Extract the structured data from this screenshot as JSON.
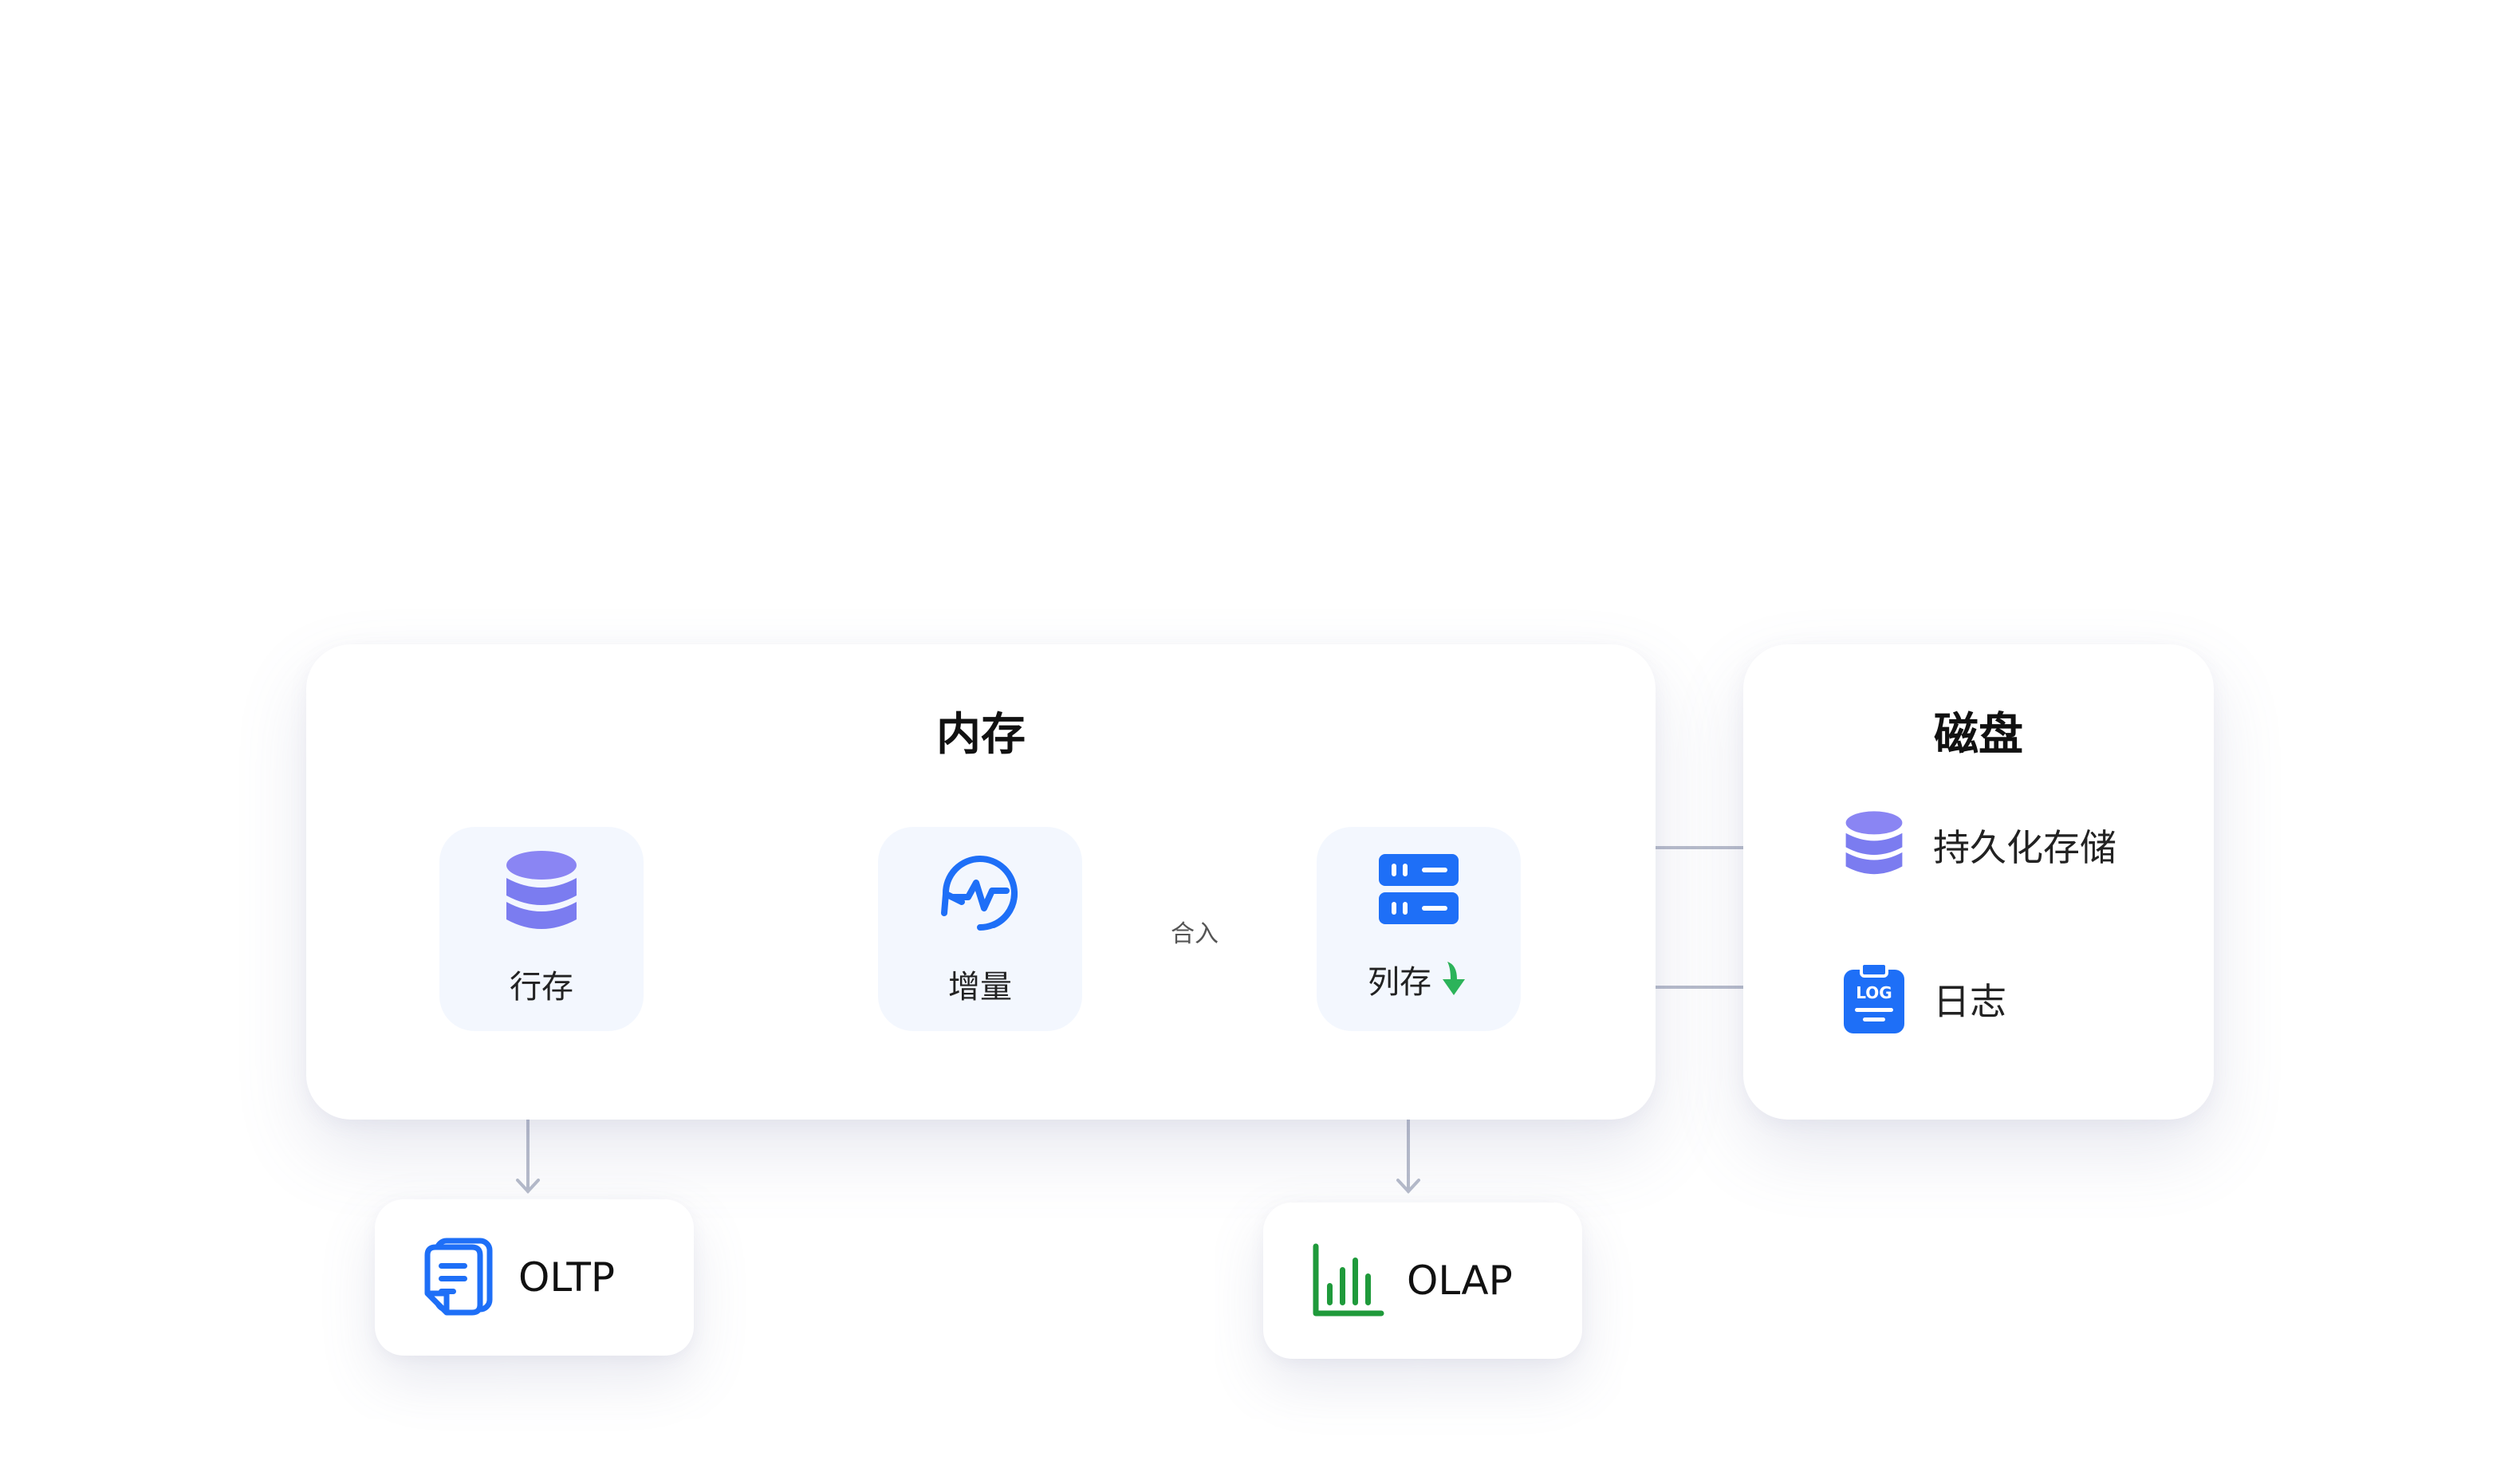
{
  "memory": {
    "title": "内存"
  },
  "disk": {
    "title": "磁盘"
  },
  "nodes": {
    "row": {
      "label": "行存",
      "icon": "database-icon"
    },
    "delta": {
      "label": "增量",
      "icon": "heartbeat-icon"
    },
    "column": {
      "label": "列存",
      "icon": "server-icon",
      "badge_icon": "green-down-arrow-icon"
    }
  },
  "edges": {
    "merge_label": "合入"
  },
  "disk_items": [
    {
      "label": "持久化存储",
      "icon": "database-icon"
    },
    {
      "label": "日志",
      "icon": "log-clipboard-icon",
      "icon_text": "LOG"
    }
  ],
  "workloads": {
    "oltp": {
      "label": "OLTP",
      "icon": "document-icon"
    },
    "olap": {
      "label": "OLAP",
      "icon": "bar-chart-icon"
    }
  },
  "colors": {
    "primary_blue": "#1e6ff7",
    "db_purple": "#7b7cf0",
    "olap_green": "#1f9a3b",
    "connector_gray": "#b7bccb"
  }
}
